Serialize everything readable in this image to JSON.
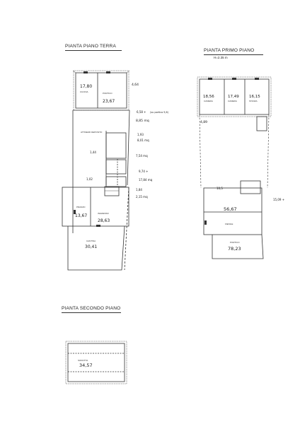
{
  "titles": {
    "ground": "PIANTA PIANO TERRA",
    "first": "PIANTA PRIMO PIANO",
    "first_height": "H=2.35 m",
    "second": "PIANTA SECONDO PIANO"
  },
  "ground_floor": {
    "rooms": {
      "cucina_area": "17,80",
      "cucina": "CUCINA",
      "portico": "PORTICO",
      "portico_area": "23,67",
      "dim_top": "4,64",
      "attrezzi": "ATTREZZI DEPOSITO",
      "pranzo": "PRANZO",
      "bagno_area": "13,67",
      "ingresso": "INGRESSO",
      "ingresso_area": "28,63",
      "cantina": "CANTINA",
      "cantina_area": "30,41"
    },
    "notes": {
      "n1": "6,58 +",
      "n2": "(su portico 9,6)",
      "n3": "8,85 mq",
      "n4": "1,93",
      "n5": "8,01 mq",
      "n6": "7,54 mq",
      "n7": "9,74 +",
      "n8": "17,84 mq",
      "n9": "1,84",
      "n10": "2,15 mq",
      "n11": "1,44",
      "n12": "1,02"
    }
  },
  "first_floor": {
    "rooms": {
      "r1_area": "18,56",
      "r1": "CAMERA",
      "r2_area": "17,49",
      "r2": "CAMERA",
      "r3_area": "16,15",
      "r3": "STANZA",
      "dim_left": "4,89",
      "big_area": "56,67",
      "big_label": "FIENILE",
      "bottom_area": "78,23",
      "bottom_label": "PORTICO"
    },
    "notes": {
      "n1": "15,09 +",
      "n2": "10,5"
    }
  },
  "second_floor": {
    "rooms": {
      "main_area": "34,57",
      "main_label": "SOFFITTA"
    }
  }
}
